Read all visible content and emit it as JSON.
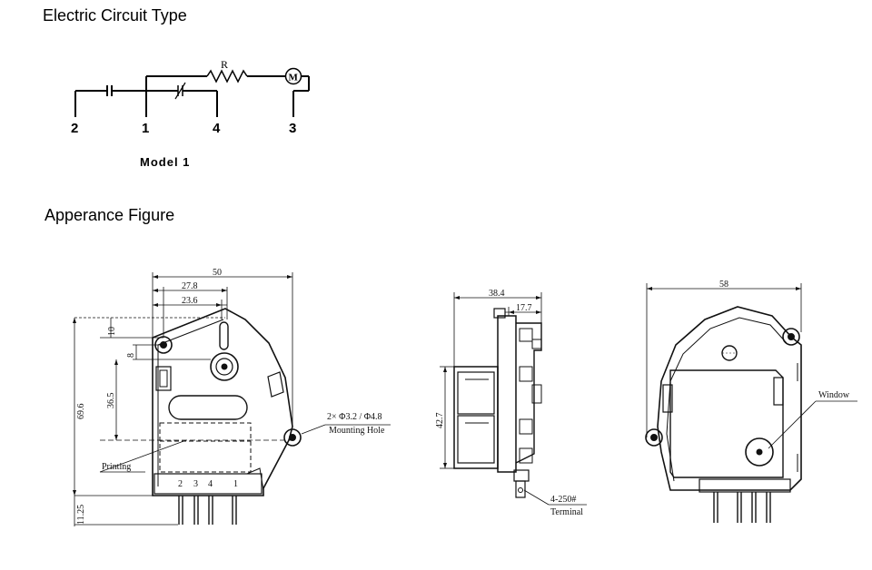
{
  "headings": {
    "circuit": "Electric Circuit Type",
    "appearance": "Apperance Figure"
  },
  "circuit": {
    "model_label": "Model 1",
    "resistor_label": "R",
    "motor_label": "M",
    "pins": [
      "2",
      "1",
      "4",
      "3"
    ]
  },
  "front_view": {
    "dim_width": "50",
    "dim_27_8": "27.8",
    "dim_23_6": "23.6",
    "dim_10": "10",
    "dim_8": "8",
    "dim_36_5": "36.5",
    "dim_69_6": "69.6",
    "dim_11_25": "11.25",
    "hole_spec": "2× Φ3.2 / Φ4.8",
    "hole_label": "Mounting Hole",
    "printing_label": "Printing",
    "terminal_numbers": [
      "2",
      "3",
      "4",
      "1"
    ]
  },
  "side_view": {
    "dim_38_4": "38.4",
    "dim_17_7": "17.7",
    "dim_42_7": "42.7",
    "terminal_spec": "4-250#",
    "terminal_label": "Terminal"
  },
  "back_view": {
    "dim_58": "58",
    "window_label": "Window"
  }
}
